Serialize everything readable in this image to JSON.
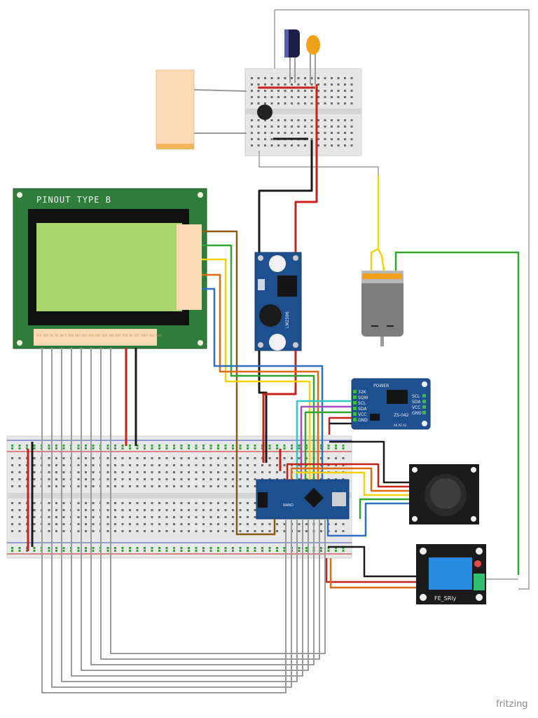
{
  "lcd": {
    "title": "PINOUT TYPE B",
    "bottom_pins": "VSS VDD VO RS RW E DB0 DB1 DB2 DB3 DB4 DB5 DB6 DB7 PSB NC RST VOUT BLA BLK"
  },
  "rtc": {
    "power_label": "POWER",
    "left_pins": [
      "32K",
      "SQW",
      "SCL",
      "SDA",
      "VCC",
      "GND"
    ],
    "right_pins": [
      "SCL",
      "SDA",
      "VCC",
      "GND"
    ],
    "model": "ZS-042",
    "addr": "A0 A1 A2"
  },
  "relay": {
    "label": "FE_SRly"
  },
  "buck": {
    "label": "LM2596"
  },
  "nano": {
    "label": "NANO"
  },
  "watermark": "fritzing",
  "colors": {
    "red": "#c8201b",
    "black": "#1a1a1a",
    "yellow": "#f5d20a",
    "green": "#2fa52f",
    "blue": "#2e6fbf",
    "orange": "#e06a10",
    "brown": "#8b5a12",
    "cyan": "#2fc6c6",
    "purple": "#a24fbf",
    "gray": "#9a9a9a",
    "board_blue": "#1e4f8f",
    "lcd_green": "#2e7d3a"
  }
}
